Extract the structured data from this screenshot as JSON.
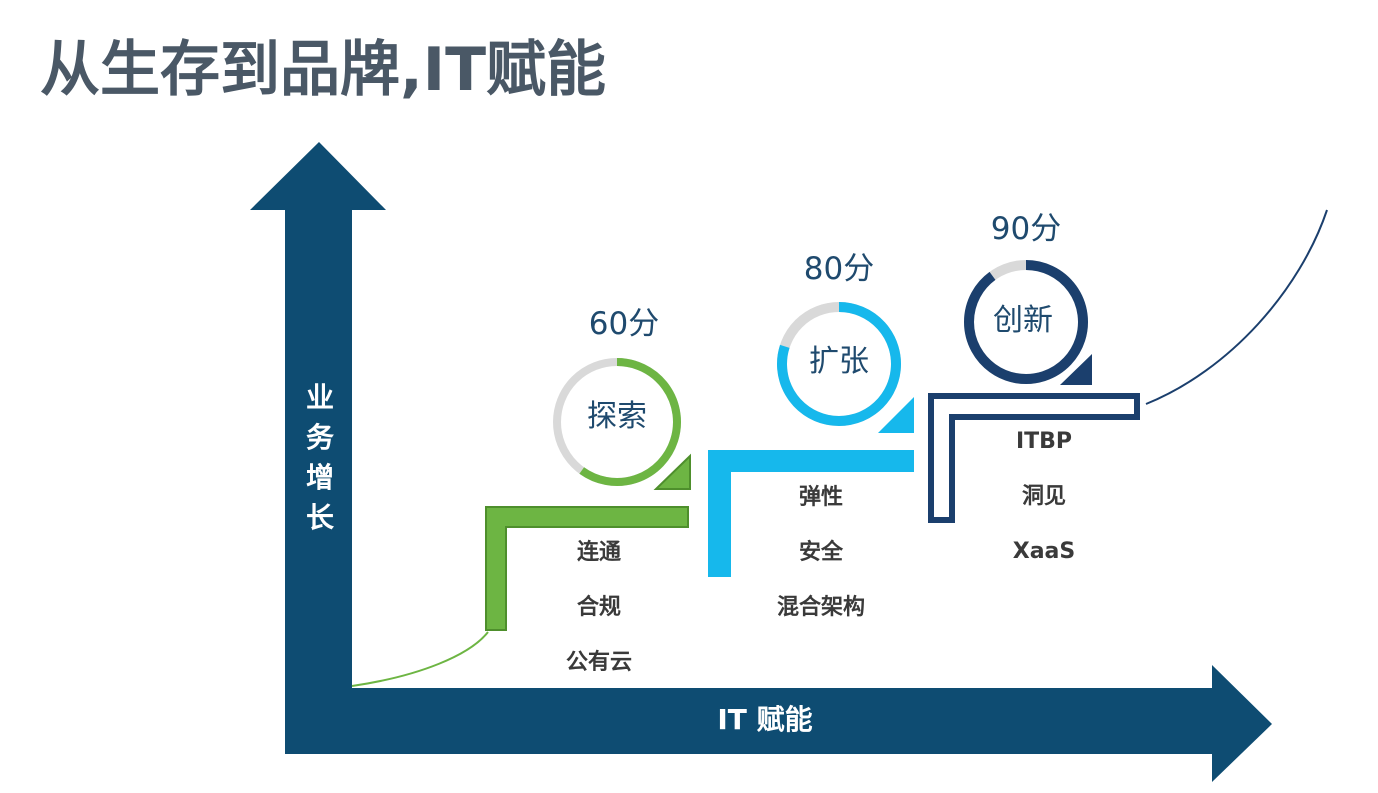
{
  "title": "从生存到品牌,IT赋能",
  "axes": {
    "vertical_label": "业务增长",
    "horizontal_label": "IT 赋能"
  },
  "stages": [
    {
      "name": "探索",
      "score": "60分",
      "progress": 0.6,
      "color": "#6db543",
      "items": [
        "连通",
        "合规",
        "公有云"
      ]
    },
    {
      "name": "扩张",
      "score": "80分",
      "progress": 0.8,
      "color": "#16b8ec",
      "items": [
        "弹性",
        "安全",
        "混合架构"
      ]
    },
    {
      "name": "创新",
      "score": "90分",
      "progress": 0.9,
      "color": "#1b3f6d",
      "items": [
        "ITBP",
        "洞见",
        "XaaS"
      ]
    }
  ],
  "colors": {
    "axis": "#0e4c72",
    "ring_track": "#d9d9d9",
    "title": "#4a5866"
  }
}
